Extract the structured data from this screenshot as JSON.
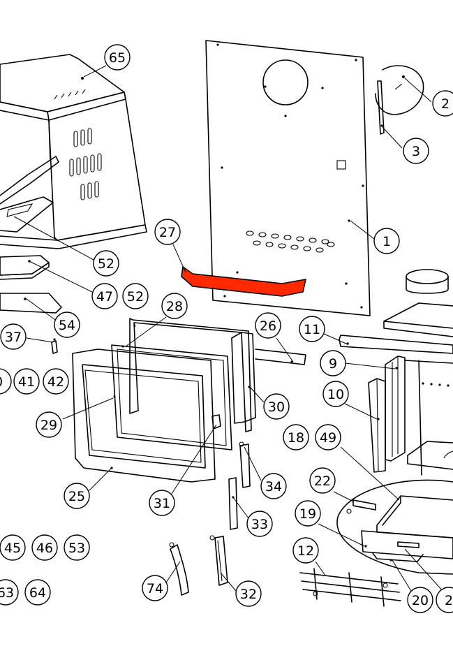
{
  "diagram": {
    "highlight_color": "#ff2a00",
    "highlighted_part": "27",
    "callouts": [
      {
        "label": "65"
      },
      {
        "label": "2"
      },
      {
        "label": "3"
      },
      {
        "label": "1"
      },
      {
        "label": "52"
      },
      {
        "label": "47"
      },
      {
        "label": "52"
      },
      {
        "label": "27"
      },
      {
        "label": "28"
      },
      {
        "label": "26"
      },
      {
        "label": "11"
      },
      {
        "label": "54"
      },
      {
        "label": "37"
      },
      {
        "label": "9"
      },
      {
        "label": "0"
      },
      {
        "label": "41"
      },
      {
        "label": "42"
      },
      {
        "label": "29"
      },
      {
        "label": "30"
      },
      {
        "label": "10"
      },
      {
        "label": "18"
      },
      {
        "label": "49"
      },
      {
        "label": "34"
      },
      {
        "label": "22"
      },
      {
        "label": "25"
      },
      {
        "label": "31"
      },
      {
        "label": "33"
      },
      {
        "label": "19"
      },
      {
        "label": "45"
      },
      {
        "label": "46"
      },
      {
        "label": "53"
      },
      {
        "label": "12"
      },
      {
        "label": "74"
      },
      {
        "label": "32"
      },
      {
        "label": "63"
      },
      {
        "label": "64"
      },
      {
        "label": "20"
      },
      {
        "label": "2"
      }
    ]
  }
}
